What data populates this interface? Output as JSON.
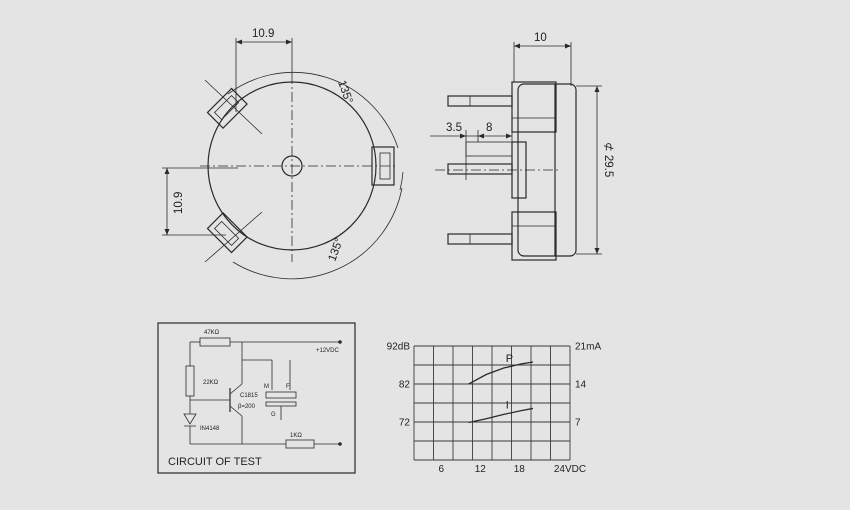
{
  "drawing": {
    "front_view": {
      "dim_top": "10.9",
      "dim_left": "10.9",
      "angle_top": "135°",
      "angle_bottom": "135°"
    },
    "side_view": {
      "dim_width": "10",
      "dim_pin_a": "3.5",
      "dim_pin_b": "8",
      "dim_diameter": "⊄ 29.5"
    },
    "circuit": {
      "title": "CIRCUIT OF TEST",
      "r1": "47KΩ",
      "supply": "+12VDC",
      "r2": "22KΩ",
      "transistor": "C1815",
      "hfe": "β=200",
      "diode": "IN4148",
      "r3": "1KΩ",
      "pin_m": "M",
      "pin_f": "F",
      "pin_g": "G"
    }
  },
  "chart_data": {
    "type": "line",
    "x_ticks": [
      "6",
      "12",
      "18",
      "24VDC"
    ],
    "y_left_ticks": [
      "92dB",
      "82",
      "72"
    ],
    "y_right_ticks": [
      "21mA",
      "14",
      "7"
    ],
    "grid": true,
    "series": [
      {
        "name": "P",
        "axis": "left",
        "x": [
          9,
          12,
          15,
          18,
          20
        ],
        "y": [
          82,
          84.5,
          86.2,
          87.3,
          87.8
        ]
      },
      {
        "name": "I",
        "axis": "right",
        "x": [
          9,
          12,
          15,
          18,
          20
        ],
        "y": [
          6.9,
          7.6,
          8.4,
          9.1,
          9.5
        ]
      }
    ]
  }
}
